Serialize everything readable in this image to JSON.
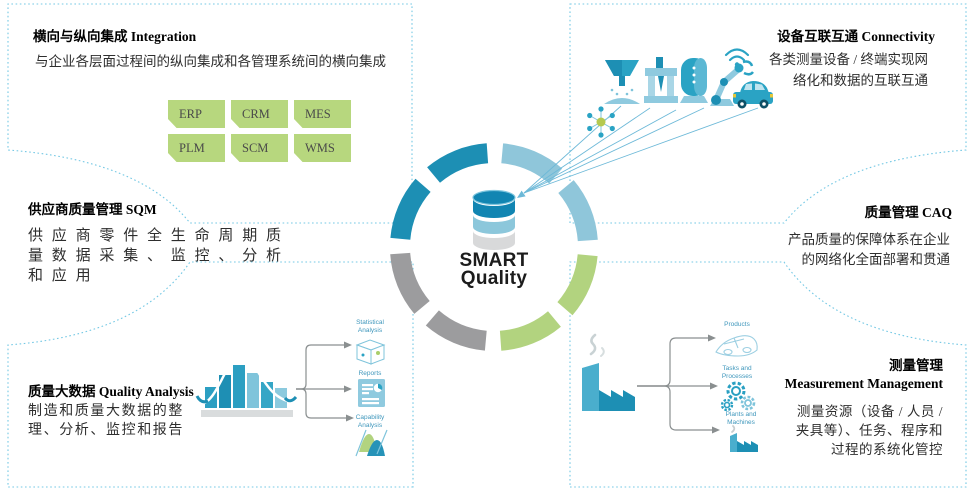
{
  "center": {
    "title_line1": "SMART",
    "title_line2": "Quality"
  },
  "sections": {
    "integration": {
      "title": "横向与纵向集成 Integration",
      "body": "与企业各层面过程间的纵向集成和各管理系统间的横向集成",
      "tags": [
        "ERP",
        "CRM",
        "MES",
        "PLM",
        "SCM",
        "WMS"
      ]
    },
    "connectivity": {
      "title": "设备互联互通 Connectivity",
      "body_lines": [
        "各类测量设备 / 终端实现网",
        "络化和数据的互联互通"
      ]
    },
    "sqm": {
      "title": "供应商质量管理 SQM",
      "body_lines": [
        "供应商零件全生命周期质",
        "量数据采集、监控、分析",
        "和应用"
      ]
    },
    "caq": {
      "title": "质量管理 CAQ",
      "body_lines": [
        "产品质量的保障体系在企业",
        "的网络化全面部署和贯通"
      ]
    },
    "quality_analysis": {
      "title": "质量大数据 Quality Analysis",
      "body_lines": [
        "制造和质量大数据的整",
        "理、分析、监控和报告"
      ],
      "flow_labels": [
        "Statistical Analysis",
        "Reports",
        "Capability Analysis"
      ]
    },
    "measurement": {
      "title_line1": "测量管理",
      "title_line2": "Measurement Management",
      "body_lines": [
        "测量资源（设备 / 人员 /",
        "夹具等）、任务、程序和",
        "过程的系统化管控"
      ],
      "flow_labels": [
        "Products",
        "Tasks and Processes",
        "Plants and Machines"
      ]
    }
  },
  "colors": {
    "ring_dark_blue": "#1d8fb4",
    "ring_light_blue": "#8fc6da",
    "ring_green": "#b2d37f",
    "ring_gray": "#9c9c9e",
    "dotted_border": "#74c8e4",
    "tag_green": "#b7d77e",
    "flow_arrow_gray": "#8a8f90",
    "icon_teal": "#2aa3c4"
  },
  "icons": {
    "center": "database-icon",
    "connectivity": [
      "laser-scanner-icon",
      "cmm-machine-icon",
      "handheld-scanner-icon",
      "robot-arm-icon",
      "wifi-icon",
      "car-icon",
      "network-node-icon"
    ],
    "quality_analysis": [
      "histogram-icon",
      "cube-icon",
      "report-icon",
      "capability-chart-icon"
    ],
    "measurement": [
      "factory-icon",
      "wireframe-car-icon",
      "gears-icon",
      "small-factory-icon"
    ]
  }
}
